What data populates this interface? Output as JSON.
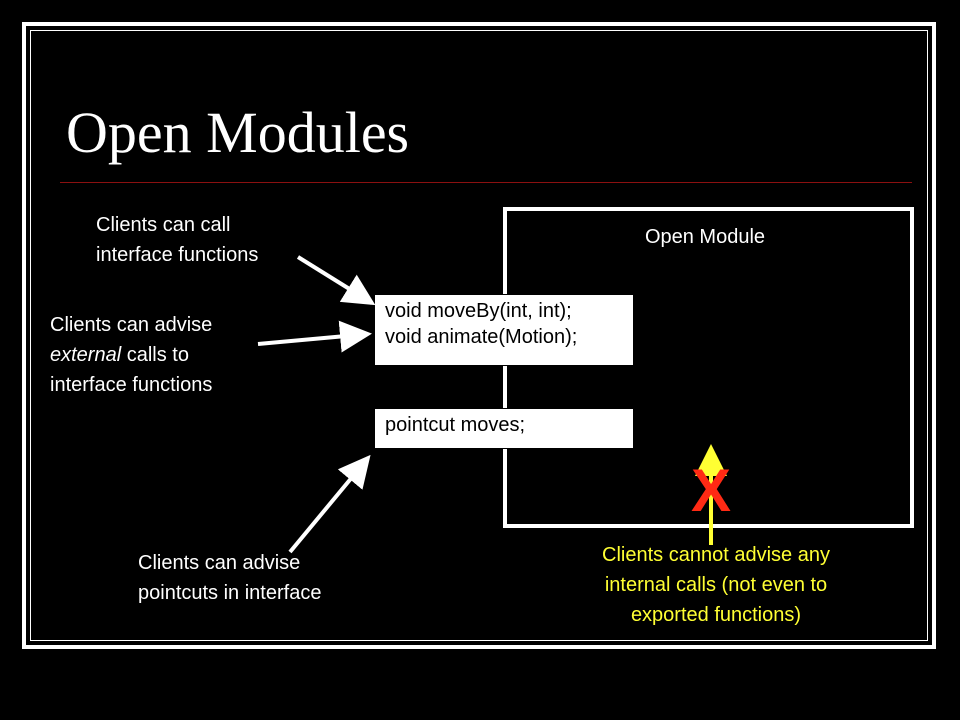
{
  "slide": {
    "title": "Open Modules"
  },
  "module": {
    "label": "Open Module",
    "interface_functions": [
      "void moveBy(int, int);",
      "void animate(Motion);"
    ],
    "pointcut": "pointcut moves;"
  },
  "notes": {
    "call": [
      "Clients can call",
      "interface functions"
    ],
    "advise": {
      "line1": "Clients can advise",
      "line2_em": "external",
      "line2_rest": " calls to",
      "line3": "interface functions"
    },
    "pointcut": [
      "Clients can advise",
      "pointcuts in interface"
    ],
    "cannot": [
      "Clients cannot advise any",
      "internal calls (not even to",
      "exported functions)"
    ],
    "blocked_mark": "X"
  },
  "colors": {
    "background": "#000000",
    "text": "#ffffff",
    "title_rule": "#8b1010",
    "warning_text": "#ffff33",
    "blocked_mark": "#ff2a14"
  }
}
